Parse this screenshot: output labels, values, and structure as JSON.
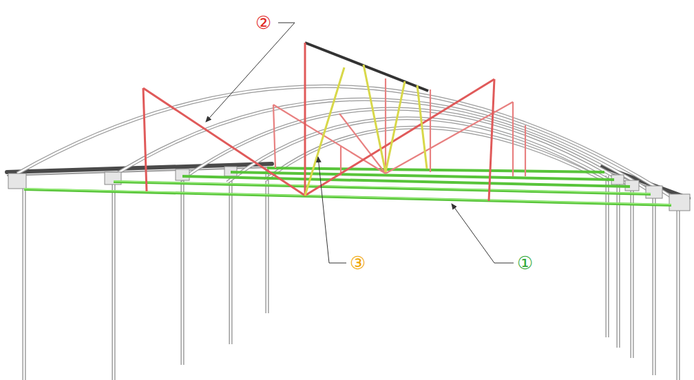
{
  "diagram": {
    "labels": [
      "②",
      "③",
      "①"
    ]
  }
}
